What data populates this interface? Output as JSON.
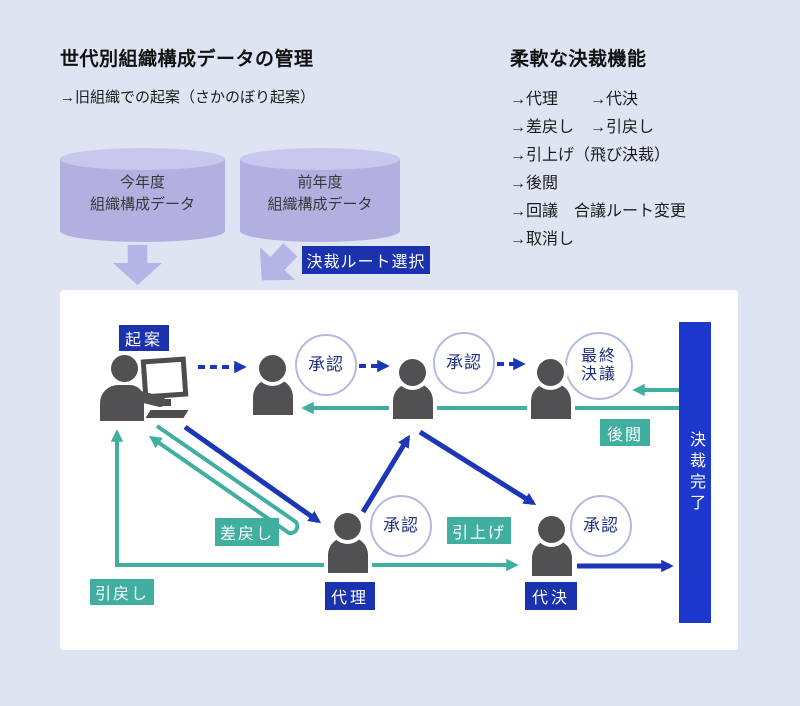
{
  "colors": {
    "background": "#dfe4f3",
    "panel_white": "#ffffff",
    "navy_box": "#1a32ae",
    "bar_blue": "#1d38cc",
    "arrow_blue": "#1c36b8",
    "teal": "#41afa0",
    "cylinder_purple": "#b2b0e0",
    "cylinder_purple_light": "#c9c7ee",
    "person_gray": "#515154",
    "circle_border": "#b5b9e0",
    "circle_text": "#1e2f7d"
  },
  "left_panel": {
    "title": "世代別組織構成データの管理",
    "subtitle": "→旧組織での起案（さかのぼり起案）",
    "cylinder_current": {
      "line1": "今年度",
      "line2": "組織構成データ"
    },
    "cylinder_previous": {
      "line1": "前年度",
      "line2": "組織構成データ"
    },
    "route_select": "決裁ルート選択"
  },
  "right_panel": {
    "title": "柔軟な決裁機能",
    "items": [
      "→代理　　→代決",
      "→差戻し　→引戻し",
      "→引上げ（飛び決裁）",
      "→後閲",
      "→回議　合議ルート変更",
      "→取消し"
    ]
  },
  "flow": {
    "draft": "起案",
    "approve": "承認",
    "final_line1": "最終",
    "final_line2": "決議",
    "post_review": "後閲",
    "send_back": "差戻し",
    "pull_back": "引戻し",
    "proxy": "代理",
    "pull_up": "引上げ",
    "proxy_decision": "代決",
    "completed": "決裁完了"
  }
}
